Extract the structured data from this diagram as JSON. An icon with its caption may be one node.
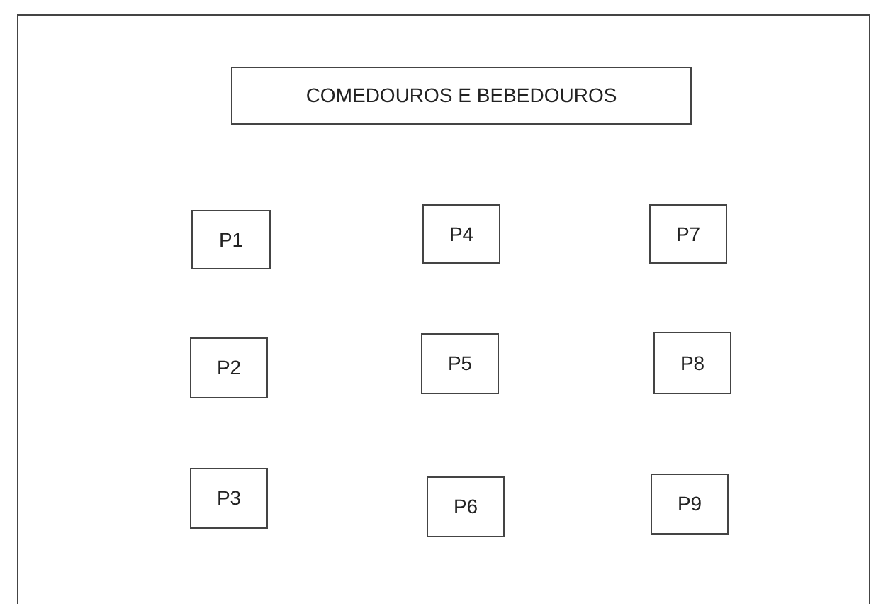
{
  "diagram": {
    "nodes": [
      {
        "text": [],
        "shape": "box"
      },
      {
        "text": [
          "COMEDOUROS E BEBEDOUROS"
        ],
        "in": 0
      },
      {
        "text": [
          "P1"
        ],
        "in": 0
      },
      {
        "text": [
          "P4"
        ],
        "in": 0
      },
      {
        "text": [
          "P7"
        ],
        "in": 0
      },
      {
        "text": [
          "P2"
        ],
        "in": 0
      },
      {
        "text": [
          "P5"
        ],
        "in": 0
      },
      {
        "text": [
          "P8"
        ],
        "in": 0
      },
      {
        "text": [
          "P3"
        ],
        "in": 0
      },
      {
        "text": [
          "P6"
        ],
        "in": 0
      },
      {
        "text": [
          "P9"
        ],
        "in": 0
      }
    ]
  }
}
